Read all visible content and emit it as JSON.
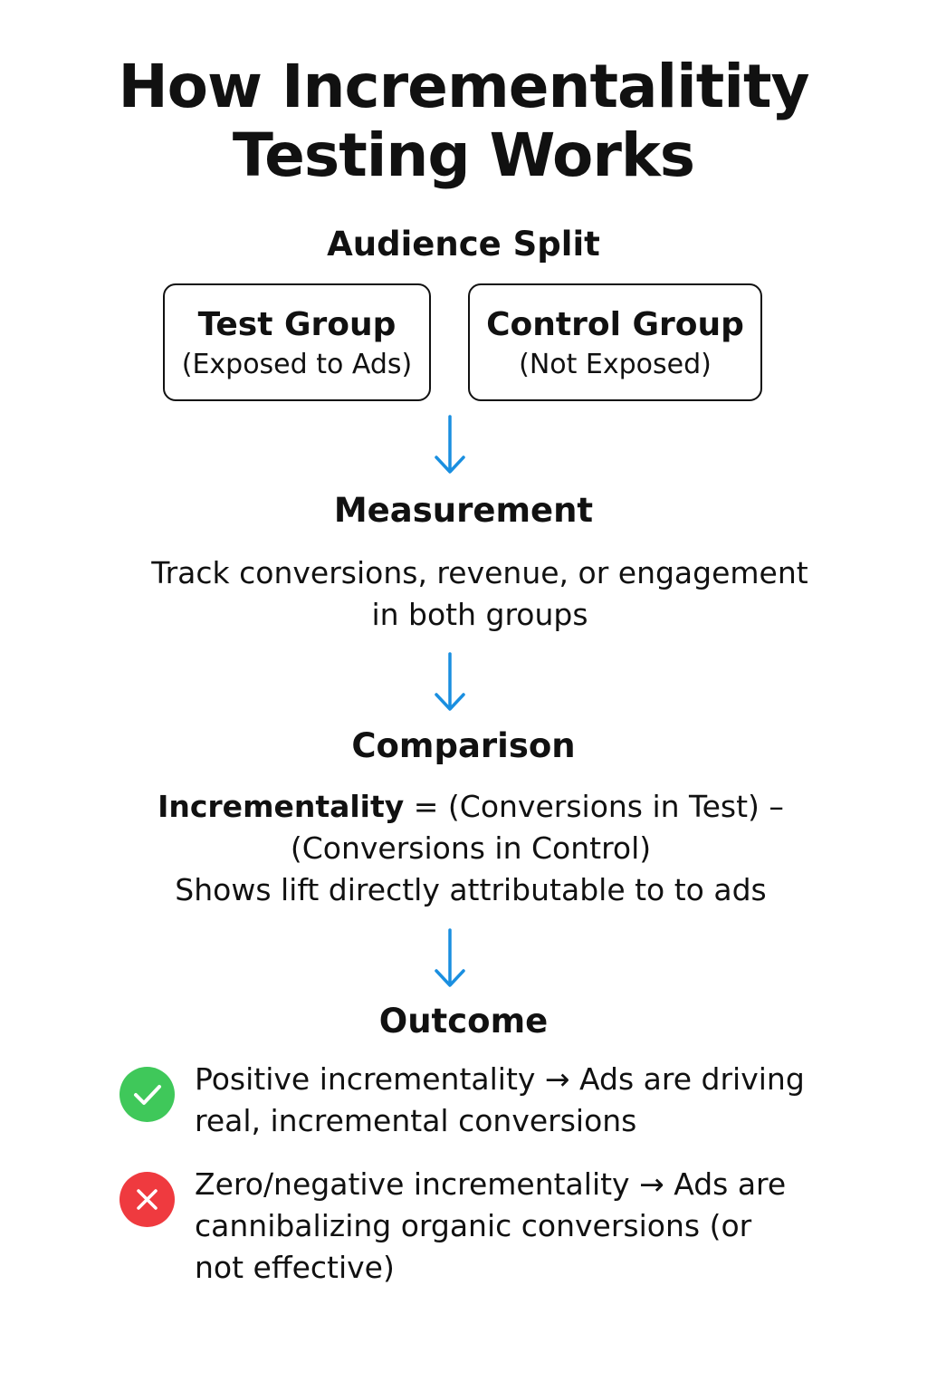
{
  "title": {
    "line1": "How Incrementalitity",
    "line2": "Testing Works"
  },
  "audience_split": {
    "heading": "Audience Split",
    "test_group": {
      "title": "Test Group",
      "subtitle": "(Exposed to Ads)"
    },
    "control_group": {
      "title": "Control Group",
      "subtitle": "(Not Exposed)"
    }
  },
  "measurement": {
    "heading": "Measurement",
    "line1": "Track conversions, revenue, or engagement",
    "line2": "in both groups"
  },
  "comparison": {
    "heading": "Comparison",
    "formula_term": "Incrementality",
    "formula_rest": " = (Conversions in Test) –",
    "formula_line2": "(Conversions in Control)",
    "note": "Shows lift directly attributable to to ads"
  },
  "outcome": {
    "heading": "Outcome",
    "items": [
      {
        "type": "positive",
        "icon": "check-icon",
        "line1": "Positive incrementality →  Ads are driving",
        "line2": "real, incremental conversions"
      },
      {
        "type": "negative",
        "icon": "cross-icon",
        "line1": "Zero/negative incrementality →  Ads are",
        "line2": "cannibalizing organic conversions (or",
        "line3": "not effective)"
      }
    ]
  },
  "colors": {
    "arrow": "#1a8fe0",
    "positive": "#3fc85a",
    "negative": "#ef3a3f",
    "text": "#111111"
  }
}
